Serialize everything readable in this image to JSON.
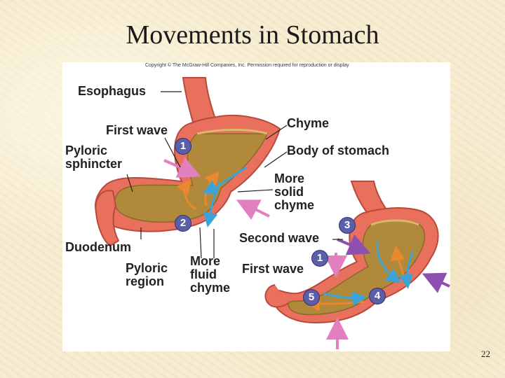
{
  "title": "Movements in Stomach",
  "copyright": "Copyright © The McGraw-Hill Companies, Inc. Permission required for reproduction or display",
  "labels": {
    "esophagus": "Esophagus",
    "first_wave_left": "First wave",
    "pyloric_sphincter": "Pyloric\nsphincter",
    "duodenum": "Duodenum",
    "pyloric_region": "Pyloric\nregion",
    "more_fluid_chyme": "More\nfluid\nchyme",
    "chyme": "Chyme",
    "body_of_stomach": "Body of stomach",
    "more_solid_chyme": "More\nsolid\nchyme",
    "second_wave": "Second wave",
    "first_wave_right": "First wave"
  },
  "markers": {
    "m1_left": "1",
    "m2_left": "2",
    "m3_right": "3",
    "m1_right": "1",
    "m4_right": "4",
    "m5_right": "5"
  },
  "page_number": "22",
  "colors": {
    "stomach_wall": "#e8705c",
    "stomach_lining": "#f0a090",
    "chyme": "#b08a3a",
    "chyme_dark": "#8a6a28",
    "arrow_pink": "#e27fbf",
    "arrow_purple": "#8d4fb0",
    "arrow_orange": "#e8892e",
    "arrow_blue": "#3aa3d8",
    "marker": "#5b5fa8"
  }
}
